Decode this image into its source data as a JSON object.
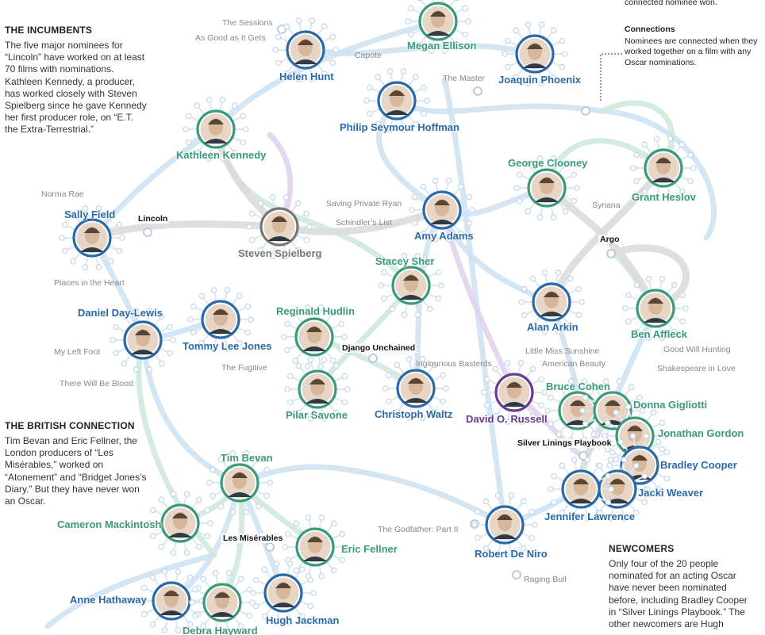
{
  "colors": {
    "blue": "#2a6aa8",
    "green": "#3a9a7a",
    "gray": "#777777",
    "purple": "#6b3a93",
    "link_blue": "#cfe2f3",
    "link_green": "#cfe9dd",
    "link_gray": "#dcdcdc",
    "link_purple": "#e3d3ee"
  },
  "annotations": {
    "top_right_fragment": "connected nominee won.",
    "connections_title": "Connections",
    "connections_body": [
      "Nominees are connected when they",
      "worked together on a film with any",
      "Oscar nominations."
    ],
    "incumbents_title": "THE INCUMBENTS",
    "incumbents_body": [
      "The five major nominees for",
      "“Lincoln” have worked on at least",
      "70 films with nominations.",
      "Kathleen Kennedy, a producer,",
      "has worked closely with Steven",
      "Spielberg since he gave Kennedy",
      "her first producer role, on “E.T.",
      "the Extra-Terrestrial.”"
    ],
    "british_title": "THE BRITISH CONNECTION",
    "british_body": [
      "Tim Bevan and Eric Fellner, the",
      "London producers of “Les",
      "Misérables,” worked on",
      "“Atonement” and “Bridget Jones’s",
      "Diary.” But they have never won",
      "an Oscar."
    ],
    "newcomers_title": "NEWCOMERS",
    "newcomers_body": [
      "Only four of the 20 people",
      "nominated for an acting Oscar",
      "have never been nominated",
      "before, including Bradley Cooper",
      "in “Silver Linings Playbook.” The",
      "other newcomers are Hugh"
    ]
  },
  "people": [
    {
      "id": "megan-ellison",
      "name": "Megan Ellison",
      "color": "green"
    },
    {
      "id": "helen-hunt",
      "name": "Helen Hunt",
      "color": "blue"
    },
    {
      "id": "joaquin-phoenix",
      "name": "Joaquin Phoenix",
      "color": "blue"
    },
    {
      "id": "philip-seymour-hoffman",
      "name": "Philip Seymour Hoffman",
      "color": "blue"
    },
    {
      "id": "kathleen-kennedy",
      "name": "Kathleen Kennedy",
      "color": "green"
    },
    {
      "id": "george-clooney",
      "name": "George Clooney",
      "color": "green"
    },
    {
      "id": "grant-heslov",
      "name": "Grant Heslov",
      "color": "green"
    },
    {
      "id": "sally-field",
      "name": "Sally Field",
      "color": "blue"
    },
    {
      "id": "steven-spielberg",
      "name": "Steven Spielberg",
      "color": "gray"
    },
    {
      "id": "amy-adams",
      "name": "Amy Adams",
      "color": "blue"
    },
    {
      "id": "stacey-sher",
      "name": "Stacey Sher",
      "color": "green"
    },
    {
      "id": "daniel-day-lewis",
      "name": "Daniel Day-Lewis",
      "color": "blue"
    },
    {
      "id": "tommy-lee-jones",
      "name": "Tommy Lee Jones",
      "color": "blue"
    },
    {
      "id": "reginald-hudlin",
      "name": "Reginald Hudlin",
      "color": "green"
    },
    {
      "id": "alan-arkin",
      "name": "Alan Arkin",
      "color": "blue"
    },
    {
      "id": "ben-affleck",
      "name": "Ben Affleck",
      "color": "green"
    },
    {
      "id": "pilar-savone",
      "name": "Pilar Savone",
      "color": "green"
    },
    {
      "id": "christoph-waltz",
      "name": "Christoph Waltz",
      "color": "blue"
    },
    {
      "id": "david-o-russell",
      "name": "David O. Russell",
      "color": "purple"
    },
    {
      "id": "bruce-cohen",
      "name": "Bruce Cohen",
      "color": "green"
    },
    {
      "id": "donna-gigliotti",
      "name": "Donna Gigliotti",
      "color": "green"
    },
    {
      "id": "jonathan-gordon",
      "name": "Jonathan Gordon",
      "color": "green"
    },
    {
      "id": "bradley-cooper",
      "name": "Bradley Cooper",
      "color": "blue"
    },
    {
      "id": "jacki-weaver",
      "name": "Jacki Weaver",
      "color": "blue"
    },
    {
      "id": "jennifer-lawrence",
      "name": "Jennifer Lawrence",
      "color": "blue"
    },
    {
      "id": "tim-bevan",
      "name": "Tim Bevan",
      "color": "green"
    },
    {
      "id": "cameron-mackintosh",
      "name": "Cameron Mackintosh",
      "color": "green"
    },
    {
      "id": "eric-fellner",
      "name": "Eric Fellner",
      "color": "green"
    },
    {
      "id": "robert-de-niro",
      "name": "Robert De Niro",
      "color": "blue"
    },
    {
      "id": "anne-hathaway",
      "name": "Anne Hathaway",
      "color": "blue"
    },
    {
      "id": "debra-hayward",
      "name": "Debra Hayward",
      "color": "green"
    },
    {
      "id": "hugh-jackman",
      "name": "Hugh Jackman",
      "color": "blue"
    }
  ],
  "films": {
    "the_sessions": "The Sessions",
    "as_good_as_it_gets": "As Good as It Gets",
    "capote": "Capote",
    "the_master": "The Master",
    "norma_rae": "Norma Rae",
    "lincoln": "Lincoln",
    "places_in_the_heart": "Places in the Heart",
    "saving_private_ryan": "Saving Private Ryan",
    "schindlers_list": "Schindler’s List",
    "syriana": "Syriana",
    "argo": "Argo",
    "my_left_foot": "My Left Foot",
    "the_fugitive": "The Fugitive",
    "there_will_be_blood": "There Will Be Blood",
    "django_unchained": "Django Unchained",
    "inglourious_basterds": "Inglourious Basterds",
    "little_miss_sunshine": "Little Miss Sunshine",
    "american_beauty": "American Beauty",
    "good_will_hunting": "Good Will Hunting",
    "shakespeare_in_love": "Shakespeare in Love",
    "silver_linings_playbook": "Silver Linings Playbook",
    "les_miserables": "Les Misérables",
    "the_godfather_part_ii": "The Godfather: Part II",
    "raging_bull": "Raging Bull"
  }
}
